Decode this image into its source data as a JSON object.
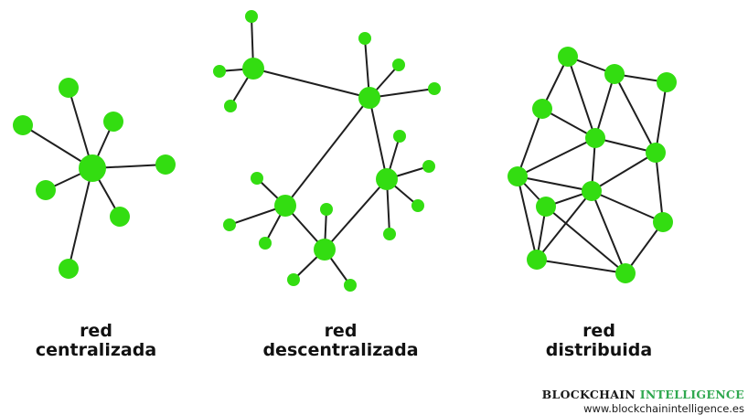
{
  "networks": [
    {
      "id": "centralized",
      "caption_line1": "red",
      "caption_line2": "centralizada"
    },
    {
      "id": "decentralized",
      "caption_line1": "red",
      "caption_line2": "descentralizada"
    },
    {
      "id": "distributed",
      "caption_line1": "red",
      "caption_line2": "distribuida"
    }
  ],
  "branding": {
    "name_part1": "BLOCKCHAIN ",
    "name_part2": "INTELLIGENCE",
    "url": "www.blockchainintelligence.es"
  },
  "colors": {
    "node": "#33dd11",
    "edge": "#1f1f1f",
    "brand_accent": "#2fa84f"
  }
}
